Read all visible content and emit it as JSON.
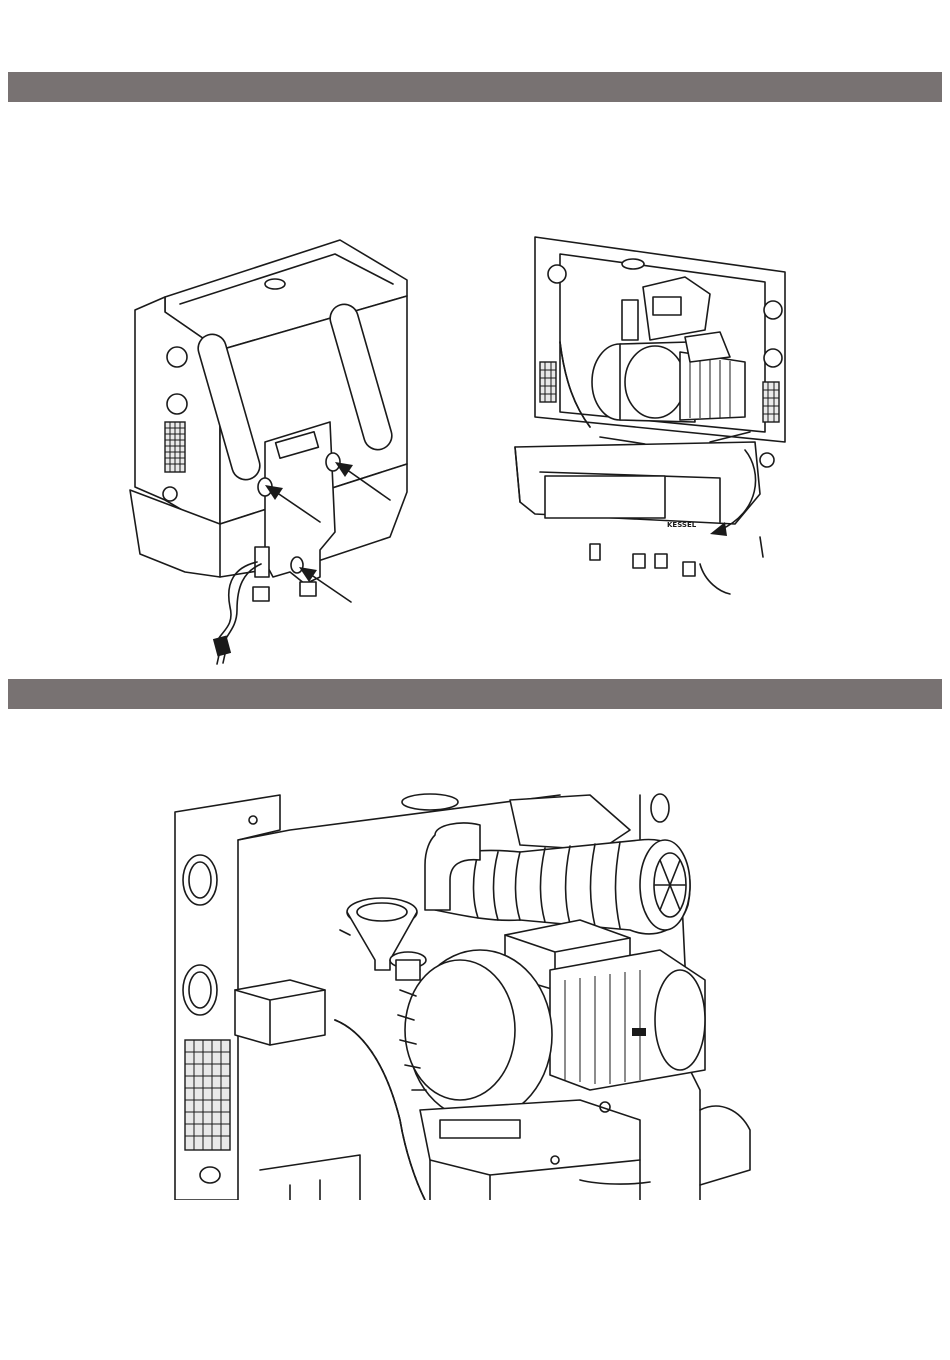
{
  "section_bars": [
    {
      "label": ""
    },
    {
      "label": ""
    }
  ],
  "figures": {
    "wall_mount": {
      "icon": "wall-mount-illustration"
    },
    "open_cover": {
      "icon": "open-unit-illustration",
      "logo_text": "KESSEL"
    },
    "pump_detail": {
      "icon": "pump-detail-illustration"
    }
  },
  "colors": {
    "section_bar": "#787272",
    "line": "#1a1a1a",
    "background": "#ffffff"
  }
}
